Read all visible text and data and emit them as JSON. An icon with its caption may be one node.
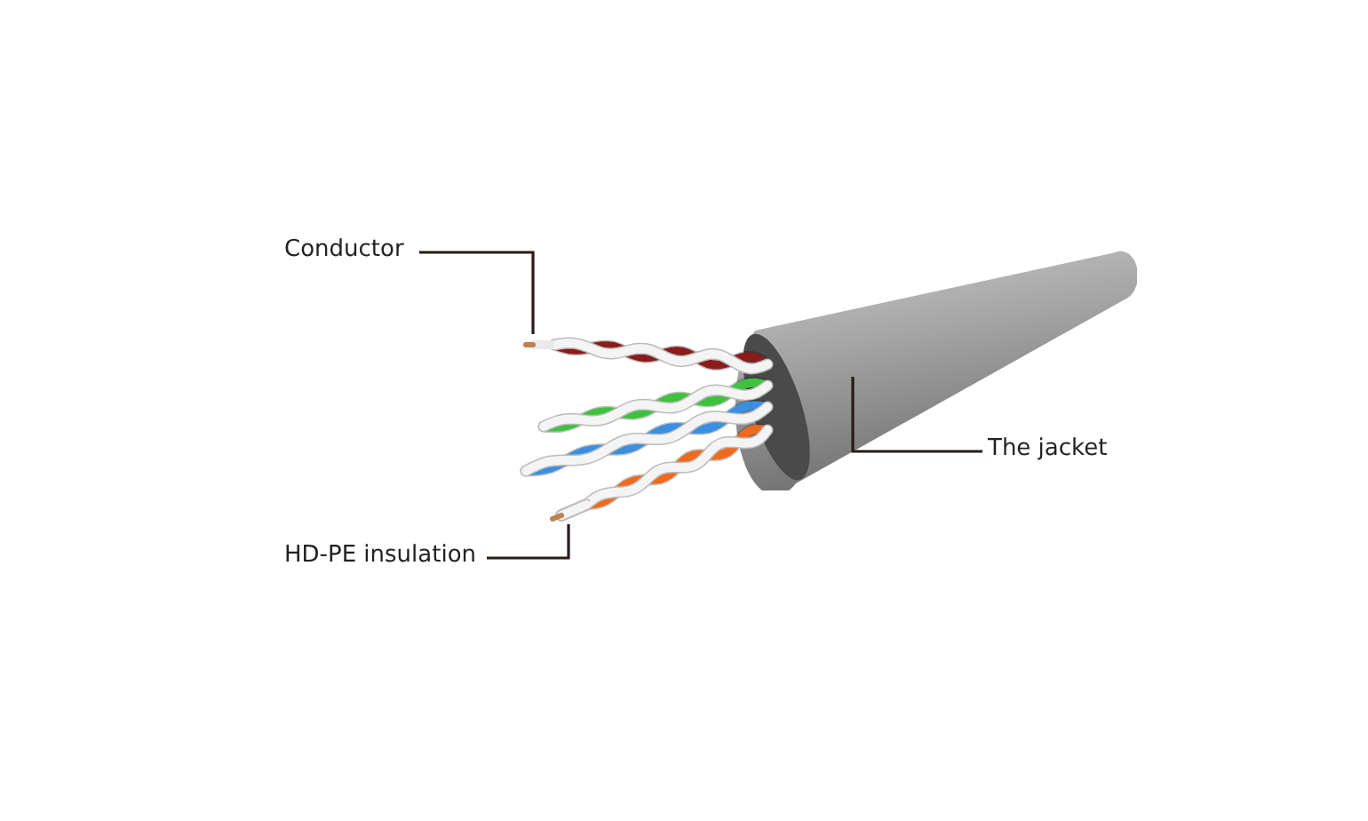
{
  "diagram": {
    "nodes": [
      {
        "text": [
          "Conductor"
        ]
      },
      {
        "text": [],
        "shape": "picture"
      },
      {
        "text": [
          "HD-PE insulation"
        ]
      },
      {
        "text": [],
        "shape": "picture"
      },
      {
        "text": [
          "The jacket"
        ]
      },
      {
        "text": [],
        "shape": "cylinder"
      }
    ],
    "edges": [
      {
        "from": 0,
        "to": 1,
        "arrow": "none"
      },
      {
        "from": 2,
        "to": 3,
        "arrow": "none"
      },
      {
        "from": 4,
        "to": 5,
        "arrow": "none"
      }
    ]
  }
}
